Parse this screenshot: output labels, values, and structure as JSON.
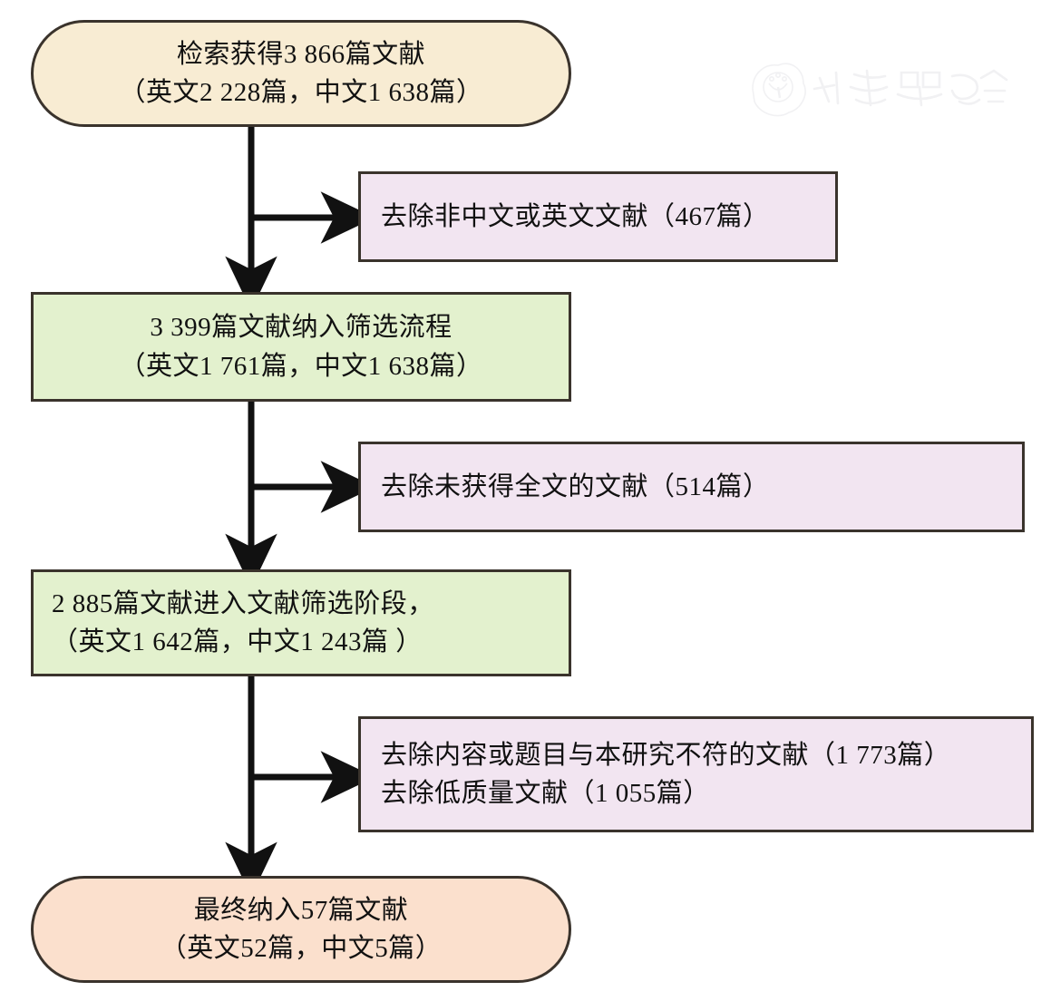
{
  "diagram": {
    "type": "flowchart",
    "title": "文献筛选流程图",
    "watermark": {
      "text": "中华医学会",
      "logo_icon": "chinese-medical-association-logo",
      "color": "#f0f0f2"
    },
    "colors": {
      "cream": "#f8ecd3",
      "green": "#e3f1ce",
      "purple": "#f2e5f1",
      "peach": "#fbe0cd",
      "border": "#3a332c",
      "arrow": "#111111"
    },
    "nodes": [
      {
        "id": "search-results",
        "shape": "terminal",
        "fill": "cream",
        "lines": [
          "检索获得3 866篇文献",
          "（英文2 228篇，中文1 638篇）"
        ]
      },
      {
        "id": "exclude-language",
        "shape": "exclusion",
        "fill": "purple",
        "lines": [
          "去除非中文或英文文献（467篇）"
        ]
      },
      {
        "id": "screening-entry",
        "shape": "process",
        "fill": "green",
        "lines": [
          "3 399篇文献纳入筛选流程",
          "（英文1 761篇，中文1 638篇）"
        ]
      },
      {
        "id": "exclude-no-fulltext",
        "shape": "exclusion",
        "fill": "purple",
        "lines": [
          "去除未获得全文的文献（514篇）"
        ]
      },
      {
        "id": "screening-stage",
        "shape": "process-left",
        "fill": "green",
        "lines": [
          "2 885篇文献进入文献筛选阶段，",
          "（英文1 642篇，中文1 243篇 ）"
        ]
      },
      {
        "id": "exclude-irrelevant-lowquality",
        "shape": "exclusion",
        "fill": "purple",
        "lines": [
          "去除内容或题目与本研究不符的文献（1 773篇）",
          "去除低质量文献（1 055篇）"
        ]
      },
      {
        "id": "final-included",
        "shape": "terminal",
        "fill": "peach",
        "lines": [
          "最终纳入57篇文献",
          "（英文52篇，中文5篇）"
        ]
      }
    ],
    "connectors": [
      {
        "id": "search-to-screening",
        "from": "search-results",
        "to": "screening-entry",
        "kind": "vertical-arrow"
      },
      {
        "id": "branch-exclude-language",
        "from": "search-to-screening",
        "to": "exclude-language",
        "kind": "horizontal-arrow"
      },
      {
        "id": "screening-to-stage",
        "from": "screening-entry",
        "to": "screening-stage",
        "kind": "vertical-arrow"
      },
      {
        "id": "branch-exclude-no-fulltext",
        "from": "screening-to-stage",
        "to": "exclude-no-fulltext",
        "kind": "horizontal-arrow"
      },
      {
        "id": "stage-to-final",
        "from": "screening-stage",
        "to": "final-included",
        "kind": "vertical-arrow"
      },
      {
        "id": "branch-exclude-irrelevant",
        "from": "stage-to-final",
        "to": "exclude-irrelevant-lowquality",
        "kind": "horizontal-arrow"
      }
    ]
  }
}
